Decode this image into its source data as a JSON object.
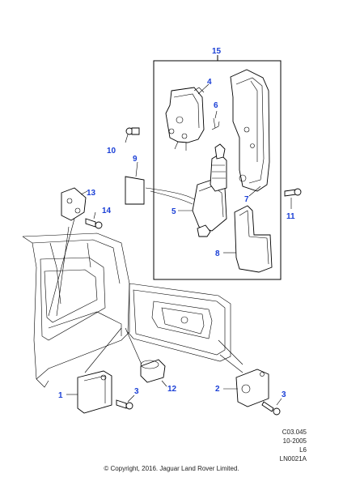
{
  "callouts": {
    "c1": "1",
    "c2": "2",
    "c3a": "3",
    "c3b": "3",
    "c4": "4",
    "c5": "5",
    "c6": "6",
    "c7": "7",
    "c8": "8",
    "c9": "9",
    "c10": "10",
    "c11": "11",
    "c12": "12",
    "c13": "13",
    "c14": "14",
    "c15": "15"
  },
  "reference": {
    "code": "C03.045",
    "date": "10-2005",
    "model": "L6",
    "illustration": "LN0021A"
  },
  "footer": {
    "copyright": "© Copyright, 2016. Jaguar Land Rover Limited."
  },
  "colors": {
    "callout": "#1a3fd6",
    "line": "#000000",
    "shade": "#d9d9d9"
  }
}
